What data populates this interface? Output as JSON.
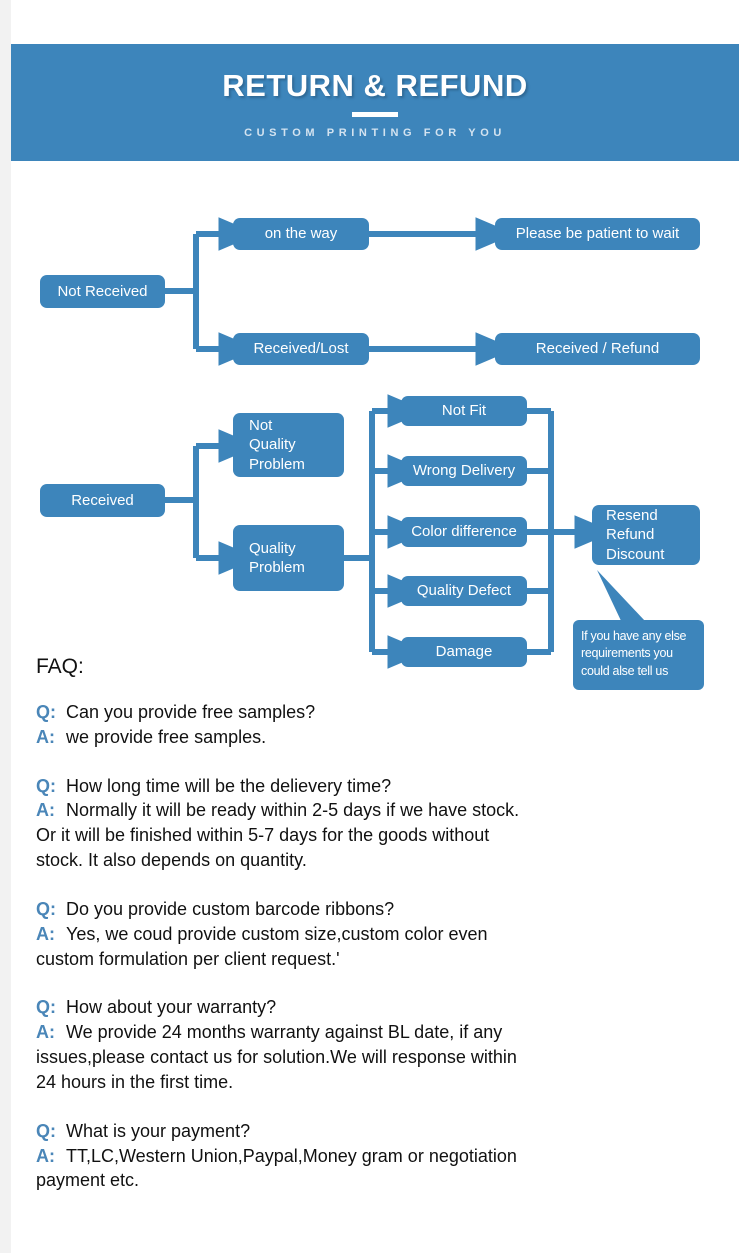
{
  "theme": {
    "brand_blue": "#3d85bb",
    "page_bg": "#f2f2f2",
    "panel_bg": "#ffffff",
    "qa_label_color": "#4a86b8",
    "subtitle_color": "#d3e3f0"
  },
  "header": {
    "title": "RETURN & REFUND",
    "subtitle": "CUSTOM PRINTING FOR YOU"
  },
  "flowchart": {
    "branch_not_received": {
      "root": "Not Received",
      "steps": [
        {
          "cause": "on the way",
          "result": "Please be patient to wait"
        },
        {
          "cause": "Received/Lost",
          "result": "Received / Refund"
        }
      ]
    },
    "branch_received": {
      "root": "Received",
      "categories": [
        {
          "label": "Not\nQuality\nProblem",
          "label_lines": [
            "Not",
            "Quality",
            "Problem"
          ]
        },
        {
          "label": "Quality\nProblem",
          "label_lines": [
            "Quality",
            "Problem"
          ]
        }
      ],
      "reasons": [
        "Not Fit",
        "Wrong Delivery",
        "Color difference",
        "Quality Defect",
        "Damage"
      ],
      "outcome": {
        "lines": [
          "Resend",
          "Refund",
          "Discount"
        ]
      },
      "callout": {
        "lines": [
          "If you have any else",
          "requirements you",
          "could alse tell us"
        ]
      }
    }
  },
  "faq": {
    "heading": "FAQ:",
    "q_tag": "Q:",
    "a_tag": "A:",
    "items": [
      {
        "question": "Can you provide free samples?",
        "answer_first": "we provide free samples.",
        "answer_rest": []
      },
      {
        "question": "How long time will be the delievery time?",
        "answer_first": "Normally it will be ready within 2-5 days if we have stock.",
        "answer_rest": [
          "Or it will  be finished within 5-7 days for the goods without",
          "stock. It also depends on quantity."
        ]
      },
      {
        "question": "Do you provide custom barcode ribbons?",
        "answer_first": "Yes, we coud provide custom size,custom color even",
        "answer_rest": [
          "custom formulation per client request.'"
        ]
      },
      {
        "question": "How about your warranty?",
        "answer_first": "We provide 24 months warranty against BL  date, if any",
        "answer_rest": [
          "issues,please contact us for solution.We will response within",
          "24 hours in the first time."
        ]
      },
      {
        "question": "What is your payment?",
        "answer_first": "TT,LC,Western Union,Paypal,Money gram or negotiation",
        "answer_rest": [
          "payment etc."
        ]
      }
    ]
  }
}
